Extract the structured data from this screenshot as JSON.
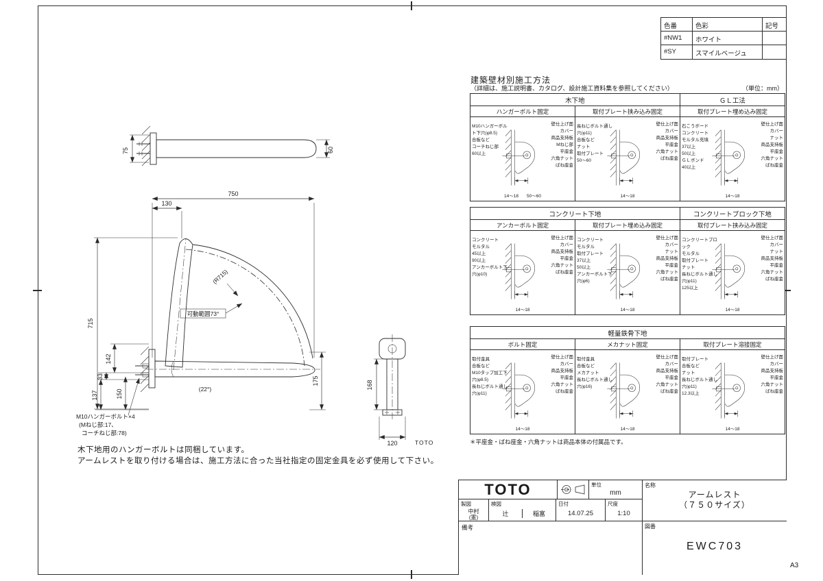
{
  "sheet": {
    "size_label": "A3"
  },
  "color_table": {
    "headers": [
      "色番",
      "色彩",
      "記号"
    ],
    "rows": [
      {
        "code": "#NW1",
        "name": "ホワイト",
        "symbol": ""
      },
      {
        "code": "#SY",
        "name": "スマイルベージュ",
        "symbol": ""
      }
    ]
  },
  "install": {
    "title": "建築壁材別施工方法",
    "subtitle": "（詳細は、施工説明書、カタログ、設計施工資料集を参照してください）",
    "unit_note": "（単位：mm）",
    "footnote": "＊平座金・ばね座金・六角ナットは商品本体の付属品です。",
    "bands": [
      {
        "groups": [
          {
            "label": "木下地",
            "span": 2
          },
          {
            "label": "ＧＬ工法",
            "span": 1
          }
        ],
        "cells": [
          {
            "method": "ハンガーボルト固定",
            "left": [
              "M10ハンガーボルト下穴(φ8.5)",
              "合板など",
              "コーチねじ部",
              "60以上"
            ],
            "right": [
              "壁仕上げ面",
              "カバー",
              "商品支持板",
              "Mねじ部",
              "平座金",
              "六角ナット",
              "ばね座金"
            ],
            "bottom": [
              "14〜18",
              "50〜60"
            ]
          },
          {
            "method": "取付プレート挟み込み固定",
            "left": [
              "長ねじボルト通し穴(φ11)",
              "合板など",
              "ナット",
              "取付プレート",
              "50〜60"
            ],
            "right": [
              "壁仕上げ面",
              "カバー",
              "商品支持板",
              "平座金",
              "六角ナット",
              "ばね座金"
            ],
            "bottom": [
              "14〜18"
            ]
          },
          {
            "method": "取付プレート埋め込み固定",
            "left": [
              "石こうボード",
              "コンクリート",
              "モルタル充填",
              "37以上",
              "50以上",
              "ＧＬボンド",
              "40以上"
            ],
            "right": [
              "壁仕上げ面",
              "カバー",
              "ナット",
              "商品支持板",
              "平座金",
              "六角ナット",
              "ばね座金"
            ],
            "bottom": [
              "14〜18"
            ]
          }
        ]
      },
      {
        "groups": [
          {
            "label": "コンクリート下地",
            "span": 2
          },
          {
            "label": "コンクリートブロック下地",
            "span": 1
          }
        ],
        "cells": [
          {
            "method": "アンカーボルト固定",
            "left": [
              "コンクリート",
              "モルタル",
              "45以上",
              "90以上",
              "アンカーボルト下穴(φ10)"
            ],
            "right": [
              "壁仕上げ面",
              "カバー",
              "商品支持板",
              "平座金",
              "六角ナット",
              "ばね座金"
            ],
            "bottom": [
              "14〜18"
            ]
          },
          {
            "method": "取付プレート埋め込み固定",
            "left": [
              "コンクリート",
              "モルタル",
              "取付プレート",
              "37以上",
              "50以上",
              "アンカーボルト下穴(φ6)"
            ],
            "right": [
              "壁仕上げ面",
              "カバー",
              "ナット",
              "商品支持板",
              "平座金",
              "六角ナット",
              "ばね座金"
            ],
            "bottom": [
              "14〜18"
            ]
          },
          {
            "method": "取付プレート挟み込み固定",
            "left": [
              "コンクリートブロック",
              "モルタル",
              "取付プレート",
              "ナット",
              "長ねじボルト通し穴(φ11)",
              "125以上"
            ],
            "right": [
              "壁仕上げ面",
              "カバー",
              "ナット",
              "商品支持板",
              "平座金",
              "六角ナット",
              "ばね座金"
            ],
            "bottom": [
              "14〜18"
            ]
          }
        ]
      },
      {
        "groups": [
          {
            "label": "軽量鉄骨下地",
            "span": 3
          }
        ],
        "cells": [
          {
            "method": "ボルト固定",
            "left": [
              "取付金具",
              "合板など",
              "M10タップ加工下穴(φ8.5)",
              "長ねじボルト通し穴(φ11)"
            ],
            "right": [
              "壁仕上げ面",
              "カバー",
              "商品支持板",
              "平座金",
              "六角ナット",
              "ばね座金"
            ],
            "bottom": [
              "14〜18"
            ]
          },
          {
            "method": "メカナット固定",
            "left": [
              "取付金具",
              "合板など",
              "メカナット",
              "長ねじボルト通し穴(φ16)"
            ],
            "right": [
              "壁仕上げ面",
              "カバー",
              "商品支持板",
              "平座金",
              "六角ナット",
              "ばね座金"
            ],
            "bottom": [
              "14〜18"
            ]
          },
          {
            "method": "取付プレート溶接固定",
            "left": [
              "取付プレート",
              "合板など",
              "ナット",
              "長ねじボルト通し穴(φ11)",
              "12.3以上"
            ],
            "right": [
              "壁仕上げ面",
              "カバー",
              "商品支持板",
              "平座金",
              "六角ナット",
              "ばね座金"
            ],
            "bottom": [
              "14〜18"
            ]
          }
        ]
      }
    ]
  },
  "drawing": {
    "dim_750": "750",
    "dim_130": "130",
    "dim_715": "715",
    "dim_75": "75",
    "dim_60": "60",
    "dim_142": "142",
    "dim_33": "33",
    "dim_137": "137",
    "dim_150": "150",
    "dim_175": "175",
    "dim_120": "120",
    "dim_168": "168",
    "radius_label": "(R715)",
    "range_label": "可動範囲73°",
    "angle_label": "(22°)",
    "bolt_note_1": "M10ハンガーボルト×4",
    "bolt_note_2": "(Mねじ部:17、",
    "bolt_note_3": "コーチねじ部:78)",
    "brand_mark": "TOTO"
  },
  "notes": {
    "line1": "木下地用のハンガーボルトは同梱しています。",
    "line2": "アームレストを取り付ける場合は、施工方法に合った当社指定の固定金具を必ず使用して下さい。"
  },
  "title_block": {
    "logo": "TOTO",
    "drawn_label": "製図",
    "drawn_name_1": "中村",
    "drawn_name_2": "(憲)",
    "check_label": "検図",
    "checker_1": "辻",
    "checker_2": "稲富",
    "date_label": "日付",
    "date_value": "14.07.25",
    "scale_label": "尺度",
    "scale_value": "1:10",
    "unit_label": "単位",
    "unit_value": "mm",
    "name_label": "名称",
    "name_line1": "アームレスト",
    "name_line2": "（７５０サイズ）",
    "number_label": "図番",
    "number_value": "EWC703",
    "remarks_label": "備考"
  }
}
